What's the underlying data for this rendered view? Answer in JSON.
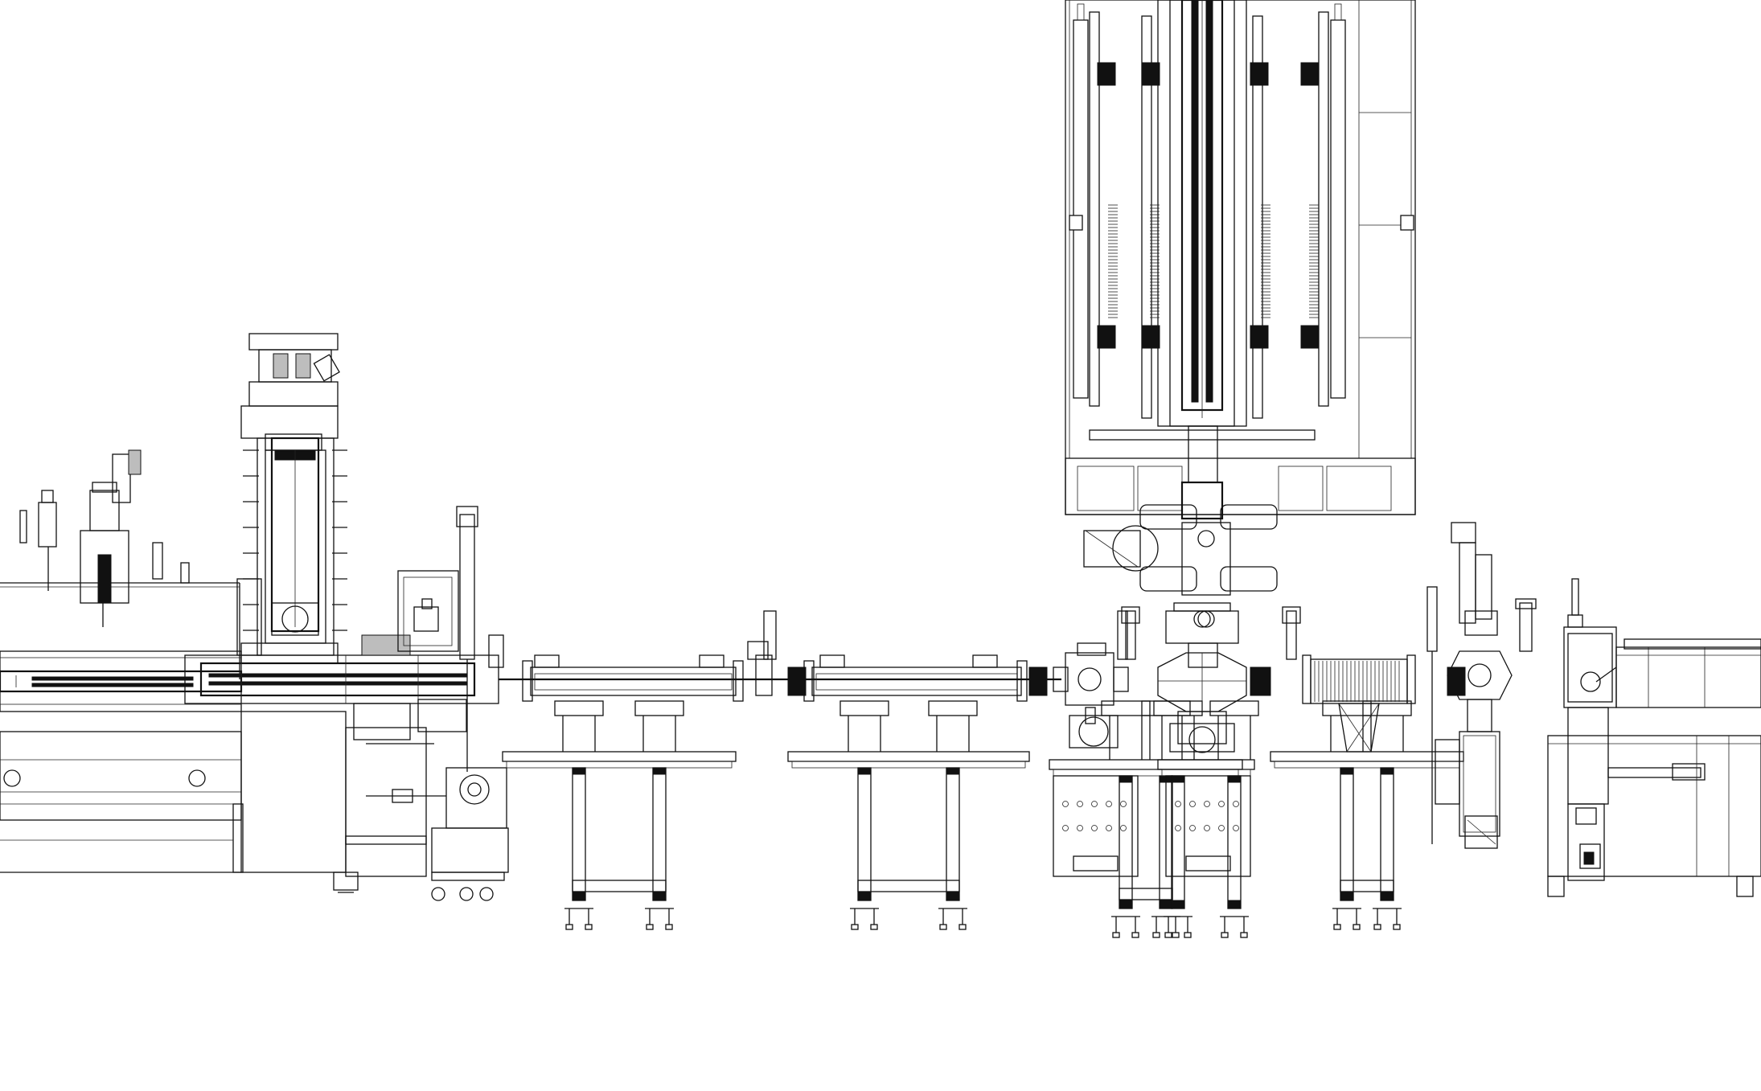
{
  "drawing": {
    "line_color": "#111111",
    "background_color": "#ffffff",
    "fill_gray": "#bdbdbd",
    "components": [
      {
        "id": "left-module",
        "icon": "linear-stage-icon"
      },
      {
        "id": "vertical-column",
        "icon": "vacuum-column-icon"
      },
      {
        "id": "load-lock",
        "icon": "load-lock-icon"
      },
      {
        "id": "transfer-tube-1",
        "icon": "transfer-tube-icon"
      },
      {
        "id": "transfer-tube-2",
        "icon": "transfer-tube-icon"
      },
      {
        "id": "chamber-a",
        "icon": "vacuum-chamber-icon"
      },
      {
        "id": "central-cross-chamber",
        "icon": "cross-chamber-icon"
      },
      {
        "id": "tower",
        "icon": "tower-icon"
      },
      {
        "id": "bellows-module",
        "icon": "bellows-icon"
      },
      {
        "id": "right-manipulator",
        "icon": "manipulator-icon"
      },
      {
        "id": "right-end-module",
        "icon": "end-station-icon"
      }
    ]
  }
}
